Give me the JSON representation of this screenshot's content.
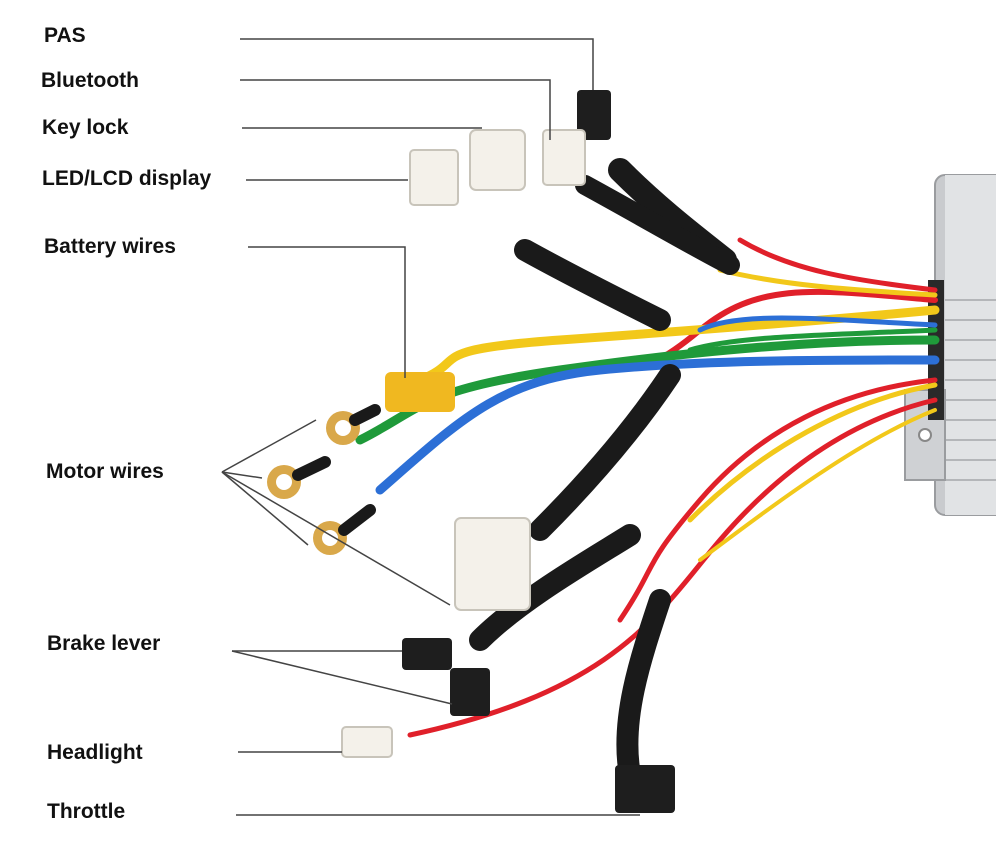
{
  "labels": {
    "pas": "PAS",
    "bluetooth": "Bluetooth",
    "key_lock": "Key lock",
    "display": "LED/LCD display",
    "battery": "Battery wires",
    "motor": "Motor wires",
    "brake": "Brake lever",
    "headlight": "Headlight",
    "throttle": "Throttle"
  },
  "colors": {
    "leader": "#444444",
    "wire_red": "#e0202a",
    "wire_yellow": "#f2c81a",
    "wire_green": "#1f9a3a",
    "wire_blue": "#2c6fd6",
    "sleeve": "#1a1a1a",
    "housing": "#d8dadc",
    "connector_white": "#f4f1ea",
    "terminal": "#d9a84a"
  }
}
